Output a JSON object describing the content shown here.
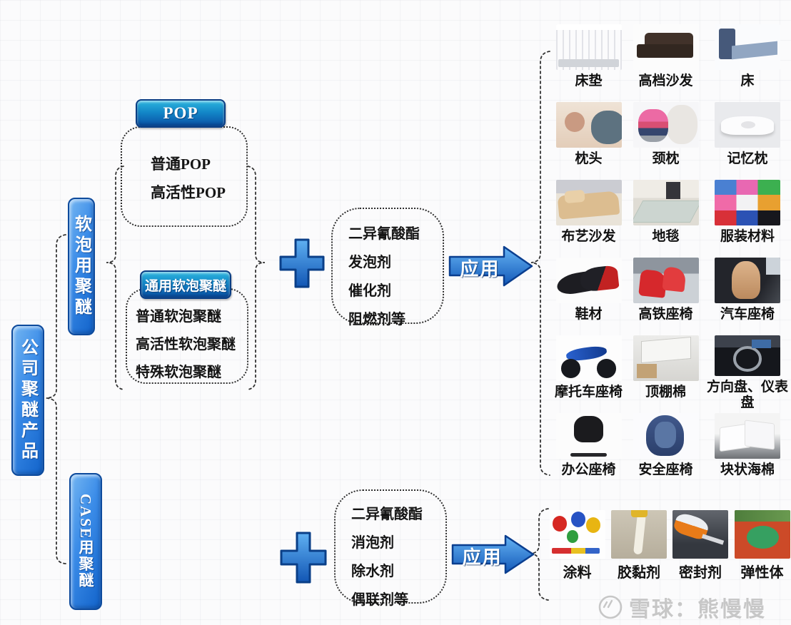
{
  "root": {
    "label": "公司聚醚产品"
  },
  "branches": {
    "soft_foam": {
      "label": "软泡用聚醚"
    },
    "case": {
      "label": "CASE用聚醚"
    }
  },
  "pop_group": {
    "button_label": "POP",
    "items": [
      "普通POP",
      "高活性POP"
    ]
  },
  "general_group": {
    "button_label": "通用软泡聚醚",
    "items": [
      "普通软泡聚醚",
      "高活性软泡聚醚",
      "特殊软泡聚醚"
    ]
  },
  "additives_top": {
    "items": [
      "二异氰酸酯",
      "发泡剂",
      "催化剂",
      "阻燃剂等"
    ]
  },
  "additives_bottom": {
    "items": [
      "二异氰酸酯",
      "消泡剂",
      "除水剂",
      "偶联剂等"
    ]
  },
  "arrows": {
    "top_label": "应用",
    "bottom_label": "应用"
  },
  "applications_top": {
    "items": [
      {
        "label": "床垫",
        "thumb": "mattress"
      },
      {
        "label": "高档沙发",
        "thumb": "sofa-dark"
      },
      {
        "label": "床",
        "thumb": "bed-blue"
      },
      {
        "label": "枕头",
        "thumb": "pillow-person"
      },
      {
        "label": "颈枕",
        "thumb": "neck-pillow"
      },
      {
        "label": "记忆枕",
        "thumb": "memory-pillow"
      },
      {
        "label": "布艺沙发",
        "thumb": "fabric-sofa"
      },
      {
        "label": "地毯",
        "thumb": "carpet"
      },
      {
        "label": "服装材料",
        "thumb": "swatches"
      },
      {
        "label": "鞋材",
        "thumb": "sneakers"
      },
      {
        "label": "高铁座椅",
        "thumb": "train-seats"
      },
      {
        "label": "汽车座椅",
        "thumb": "car-seat"
      },
      {
        "label": "摩托车座椅",
        "thumb": "motorcycle"
      },
      {
        "label": "顶棚棉",
        "thumb": "headliner"
      },
      {
        "label": "方向盘、仪表盘",
        "thumb": "dashboard"
      },
      {
        "label": "办公座椅",
        "thumb": "office-chair"
      },
      {
        "label": "安全座椅",
        "thumb": "child-seat"
      },
      {
        "label": "块状海棉",
        "thumb": "foam"
      }
    ]
  },
  "applications_bottom": {
    "items": [
      {
        "label": "涂料",
        "thumb": "paint"
      },
      {
        "label": "胶黏剂",
        "thumb": "adhesive"
      },
      {
        "label": "密封剂",
        "thumb": "sealant"
      },
      {
        "label": "弹性体",
        "thumb": "track"
      }
    ]
  },
  "watermark": {
    "text": "雪球：熊慢慢"
  },
  "colors": {
    "node_blue_light": "#74b6f2",
    "node_blue_dark": "#1263ca",
    "node_border": "#0d4a9c",
    "button_cyan": "#2cb6de",
    "shape_blue": "#3c8ce8",
    "connector": "#333333"
  }
}
